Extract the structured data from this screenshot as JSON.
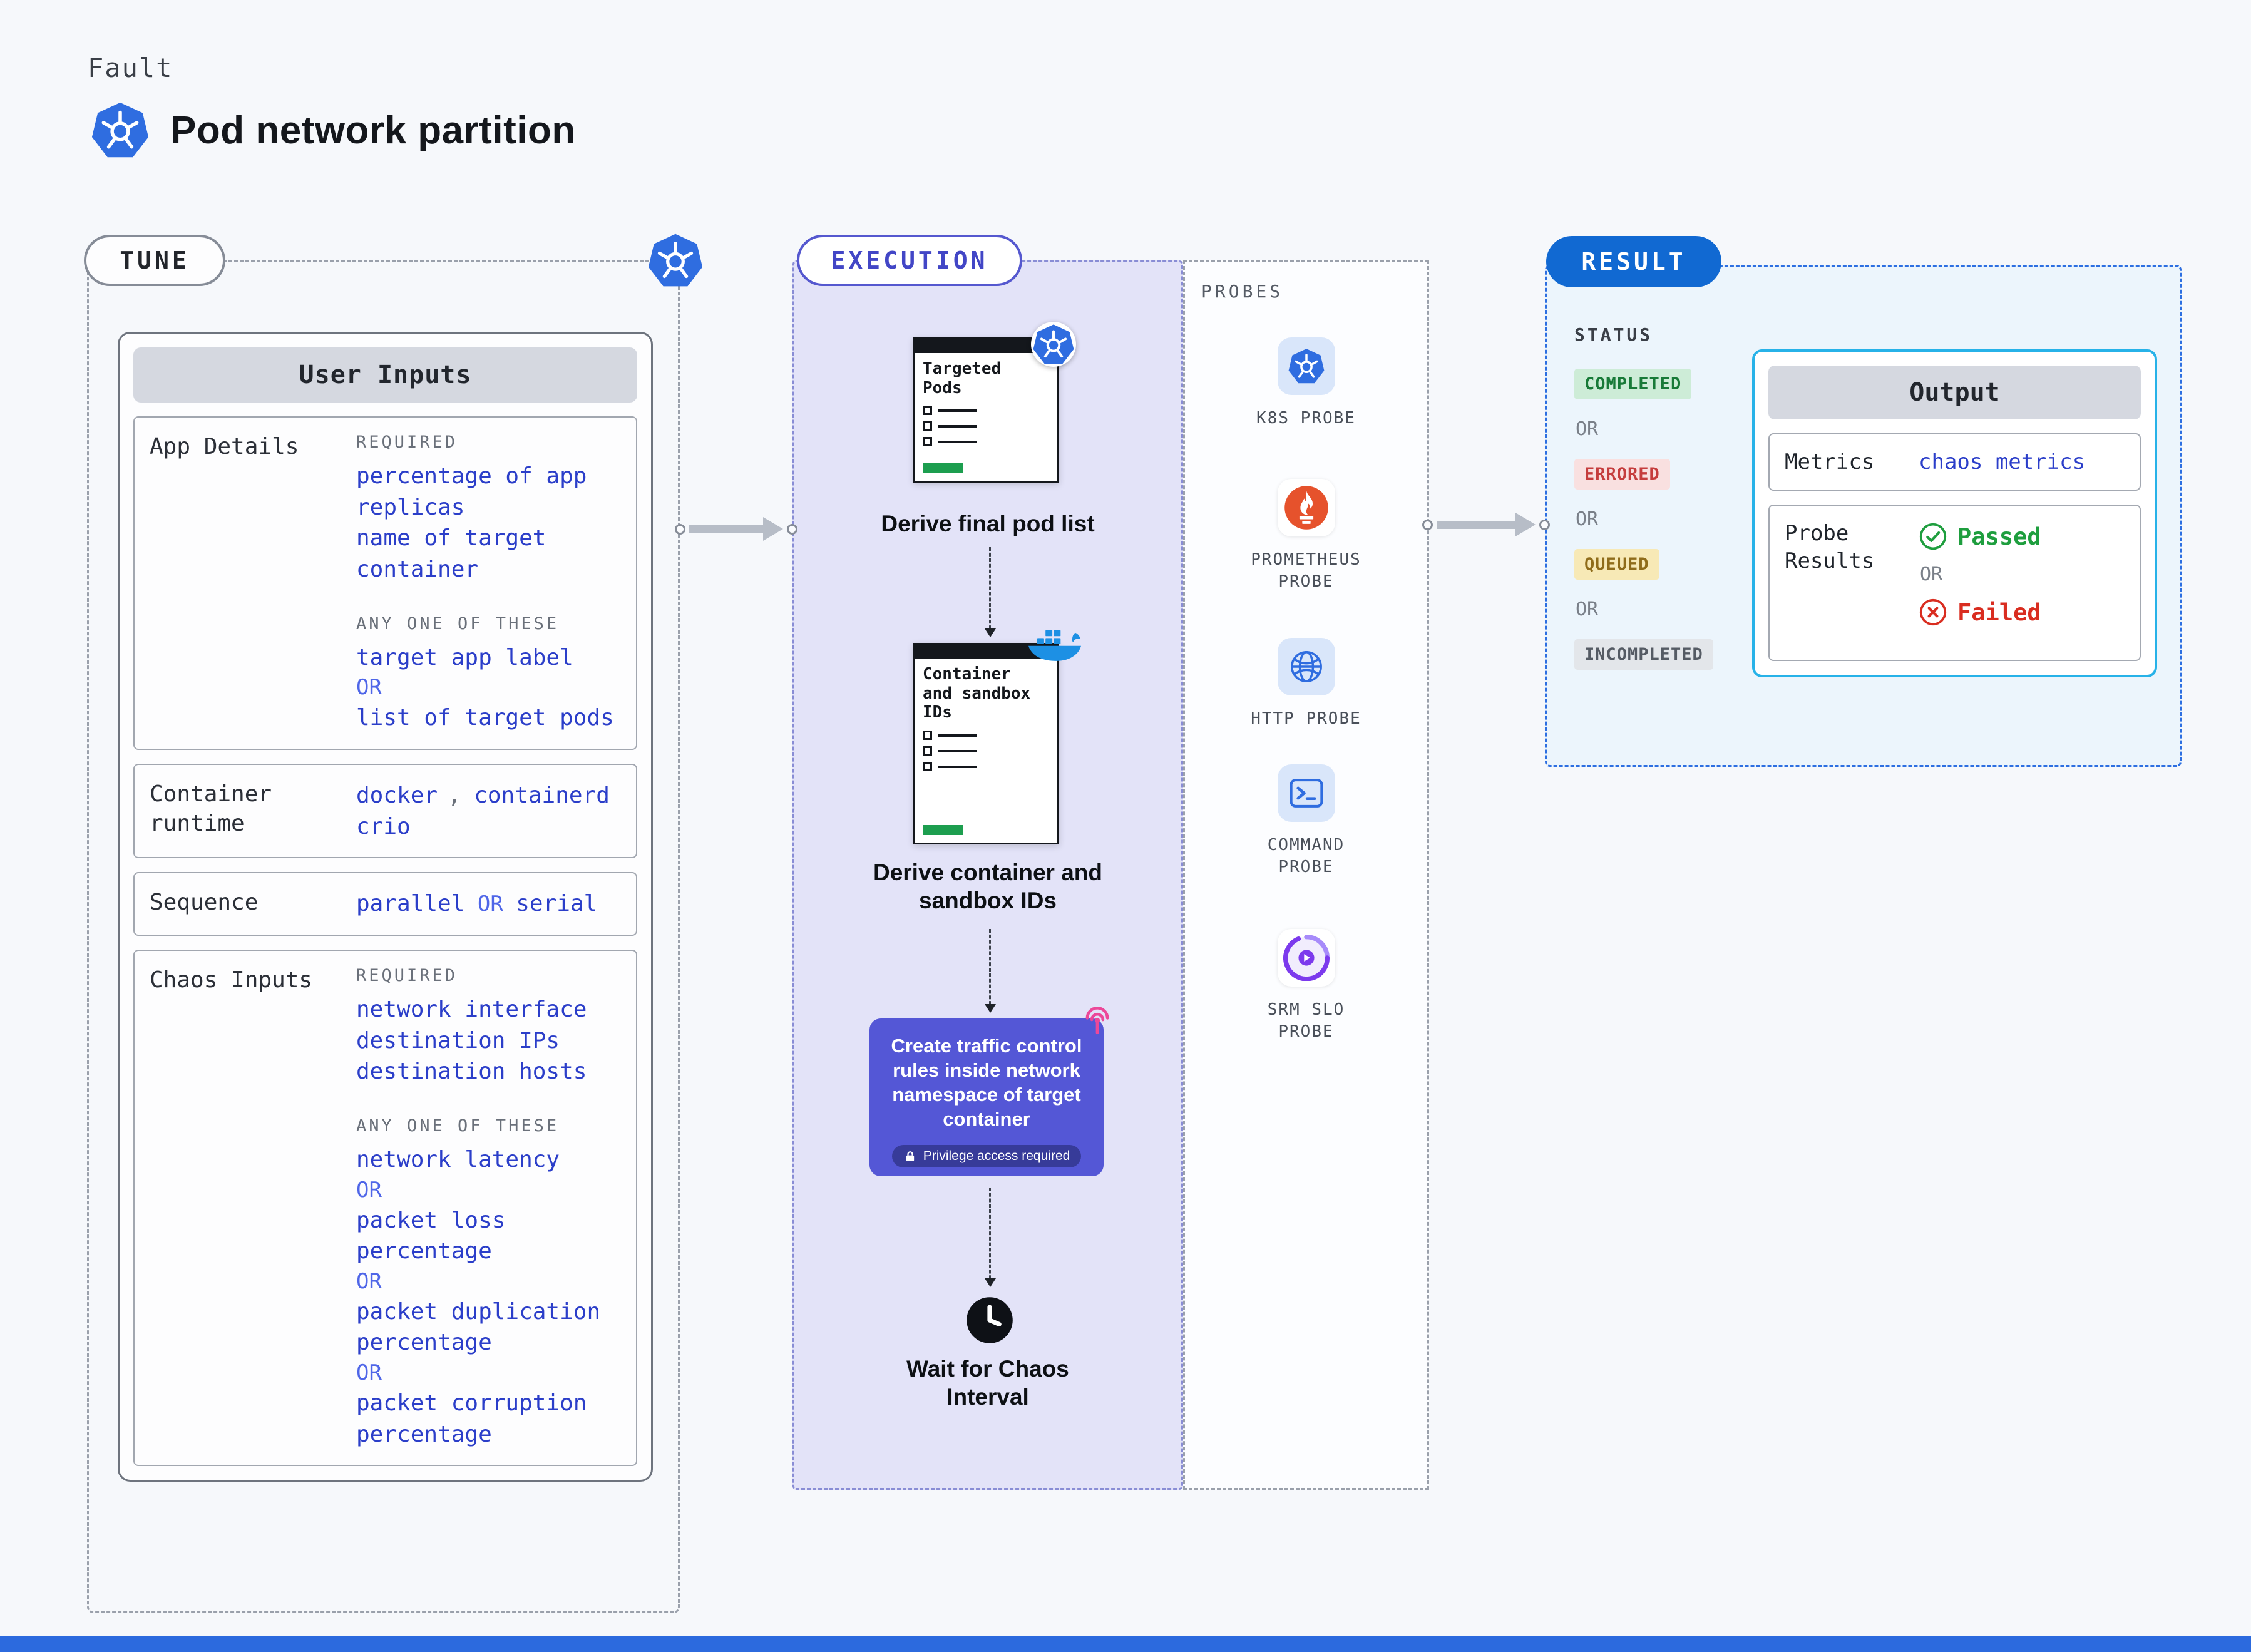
{
  "header": {
    "kicker": "Fault",
    "title": "Pod network partition"
  },
  "tune": {
    "pill": "TUNE",
    "card": {
      "header": "User Inputs",
      "sections": [
        {
          "label": "App Details",
          "groups": [
            {
              "heading": "REQUIRED",
              "lines": [
                "percentage of app replicas",
                "name of target container"
              ]
            },
            {
              "heading": "ANY ONE OF THESE",
              "lines": [
                "target app label",
                "OR",
                "list of target pods"
              ]
            }
          ]
        },
        {
          "label": "Container runtime",
          "tokens": [
            "docker",
            ",",
            "containerd",
            "crio"
          ]
        },
        {
          "label": "Sequence",
          "tokens": [
            "parallel",
            "OR",
            "serial"
          ]
        },
        {
          "label": "Chaos Inputs",
          "groups": [
            {
              "heading": "REQUIRED",
              "lines": [
                "network interface",
                "destination IPs",
                "destination hosts"
              ]
            },
            {
              "heading": "ANY ONE OF THESE",
              "lines": [
                "network latency",
                "OR",
                "packet loss percentage",
                "OR",
                "packet duplication percentage",
                "OR",
                "packet corruption percentage"
              ]
            }
          ]
        }
      ]
    }
  },
  "execution": {
    "pill": "EXECUTION",
    "steps": [
      {
        "doc_title": "Targeted Pods",
        "caption": "Derive final pod list"
      },
      {
        "doc_title": "Container and sandbox IDs",
        "caption": "Derive container and sandbox IDs"
      }
    ],
    "action": {
      "text": "Create traffic control rules inside network namespace of target container",
      "note": "Privilege access required"
    },
    "wait_caption": "Wait for Chaos Interval"
  },
  "probes": {
    "label": "PROBES",
    "items": [
      {
        "label": "K8S PROBE",
        "icon": "kubernetes-icon"
      },
      {
        "label": "PROMETHEUS PROBE",
        "icon": "prometheus-icon"
      },
      {
        "label": "HTTP PROBE",
        "icon": "globe-icon"
      },
      {
        "label": "COMMAND PROBE",
        "icon": "terminal-icon"
      },
      {
        "label": "SRM SLO PROBE",
        "icon": "slo-gauge-icon"
      }
    ]
  },
  "result": {
    "pill": "RESULT",
    "status_label": "STATUS",
    "or_label": "OR",
    "statuses": [
      {
        "label": "COMPLETED",
        "tone": "green"
      },
      {
        "label": "ERRORED",
        "tone": "red"
      },
      {
        "label": "QUEUED",
        "tone": "yellow"
      },
      {
        "label": "INCOMPLETED",
        "tone": "gray"
      }
    ],
    "output": {
      "header": "Output",
      "metrics_label": "Metrics",
      "metrics_value": "chaos metrics",
      "probe_results_label": "Probe Results",
      "passed": "Passed",
      "failed": "Failed"
    }
  },
  "colors": {
    "value_blue": "#2b3ec9",
    "or_blue": "#4f66e8",
    "kubernetes_blue": "#2f6de0",
    "execution_purple": "#5457d6",
    "result_pill_blue": "#1169d2",
    "passed_green": "#1e9e3e",
    "failed_red": "#d92d20",
    "completed_bg": "#cdecd7",
    "errored_bg": "#f9e0e0",
    "queued_bg": "#f7e9b6",
    "incompleted_bg": "#e3e6ea"
  }
}
